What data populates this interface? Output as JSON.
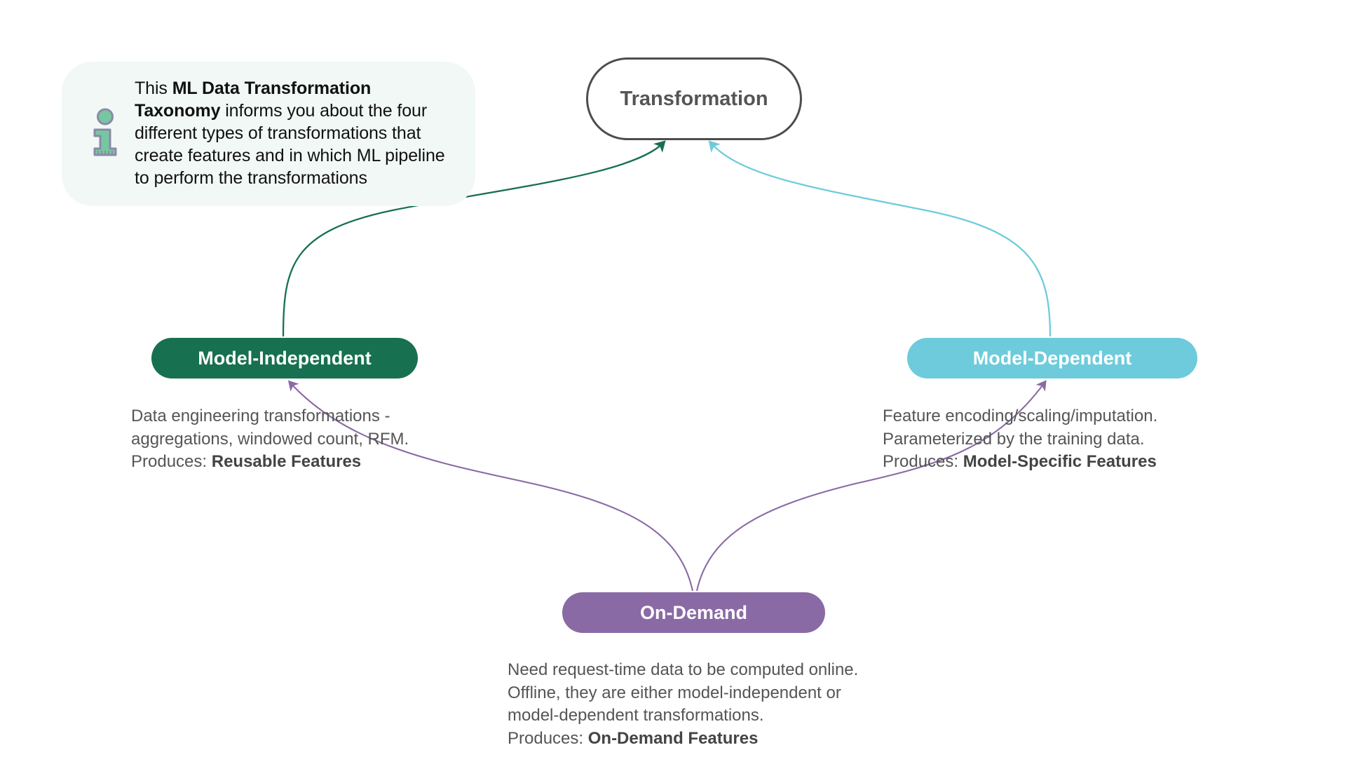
{
  "callout": {
    "icon": "info-icon",
    "lead": "This ",
    "title": "ML Data Transformation Taxonomy",
    "body": " informs you about the four different types of transformations that create features and in which ML pipeline to perform the transformations",
    "background_color": "#f1f8f6",
    "icon_fill": "#77c6a2",
    "icon_stroke": "#8b8aa6"
  },
  "diagram": {
    "type": "taxonomy-tree",
    "root": {
      "name": "transformation-node",
      "label": "Transformation",
      "fill": "#ffffff",
      "border_color": "#4d4d4d",
      "text_color": "#555555"
    },
    "branches": [
      {
        "name": "model-independent-node",
        "label": "Model-Independent",
        "fill": "#17704f",
        "text_color": "#ffffff",
        "edge_color": "#17704f",
        "caption_lines": [
          "Data engineering transformations -",
          "aggregations, windowed count, RFM.",
          "Produces: "
        ],
        "caption_bold": "Reusable Features"
      },
      {
        "name": "model-dependent-node",
        "label": "Model-Dependent",
        "fill": "#6ecbdc",
        "text_color": "#ffffff",
        "edge_color": "#6ecbdc",
        "caption_lines": [
          "Feature encoding/scaling/imputation.",
          "Parameterized by the training data.",
          "Produces: "
        ],
        "caption_bold": "Model-Specific Features"
      },
      {
        "name": "on-demand-node",
        "label": "On-Demand",
        "fill": "#8a6aa5",
        "text_color": "#ffffff",
        "edge_color": "#8a6aa5",
        "caption_lines": [
          "Need request-time data to be computed online.",
          "Offline, they are either model-independent or",
          "model-dependent transformations.",
          "Produces: "
        ],
        "caption_bold": "On-Demand Features"
      }
    ],
    "edges": [
      {
        "name": "edge-model-independent-to-transformation",
        "from": "model-independent-node",
        "to": "transformation-node",
        "color": "#17704f",
        "arrow": true
      },
      {
        "name": "edge-model-dependent-to-transformation",
        "from": "model-dependent-node",
        "to": "transformation-node",
        "color": "#6ecbdc",
        "arrow": true
      },
      {
        "name": "edge-on-demand-to-model-independent",
        "from": "on-demand-node",
        "to": "model-independent-node",
        "color": "#8a6aa5",
        "arrow": true
      },
      {
        "name": "edge-on-demand-to-model-dependent",
        "from": "on-demand-node",
        "to": "model-dependent-node",
        "color": "#8a6aa5",
        "arrow": true
      }
    ]
  },
  "caption_text": {
    "mi_l1": "Data engineering transformations -",
    "mi_l2": "aggregations, windowed count, RFM.",
    "mi_l3": "Produces: ",
    "mi_bold": "Reusable Features",
    "md_l1": "Feature encoding/scaling/imputation.",
    "md_l2": "Parameterized by the training data.",
    "md_l3": "Produces: ",
    "md_bold": "Model-Specific Features",
    "od_l1": "Need request-time data to be computed online.",
    "od_l2": "Offline, they are either model-independent or",
    "od_l3": "model-dependent transformations.",
    "od_l4": "Produces: ",
    "od_bold": "On-Demand Features"
  }
}
